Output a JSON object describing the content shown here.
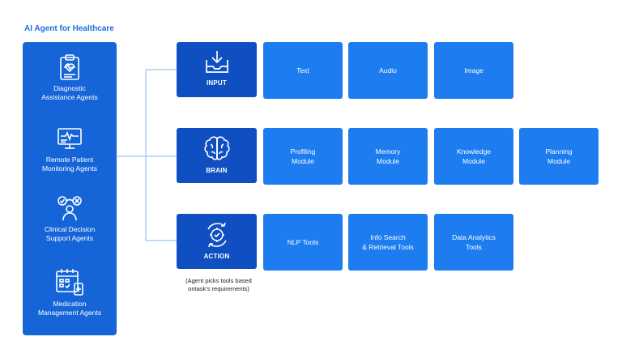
{
  "title": "AI Agent for Healthcare",
  "agents": [
    {
      "label": "Diagnostic\nAssistance Agents",
      "icon": "clipboard-heart-icon"
    },
    {
      "label": "Remote Patient\nMonitoring Agents",
      "icon": "monitor-pulse-icon"
    },
    {
      "label": "Clinical Decision\nSupport Agents",
      "icon": "doctor-decision-icon"
    },
    {
      "label": "Medication\nManagement Agents",
      "icon": "calendar-medication-icon"
    }
  ],
  "rows": [
    {
      "hub": "INPUT",
      "hub_icon": "inbox-download-icon",
      "items": [
        "Text",
        "Audio",
        "Image"
      ]
    },
    {
      "hub": "BRAIN",
      "hub_icon": "brain-icon",
      "items": [
        "Profiling\nModule",
        "Memory\nModule",
        "Knowledge\nModule",
        "Planning\nModule"
      ]
    },
    {
      "hub": "ACTION",
      "hub_icon": "gear-cycle-icon",
      "items": [
        "NLP Tools",
        "Info Search\n& Retrieval Tools",
        "Data Analytics\nTools"
      ]
    }
  ],
  "action_note": "(Agent picks tools based\nontask's requirements)",
  "colors": {
    "title": "#1e6ee0",
    "sidebar": "#1565d8",
    "hub": "#0f4fc2",
    "box": "#1c7cf0",
    "connector": "#9cc2ef"
  }
}
